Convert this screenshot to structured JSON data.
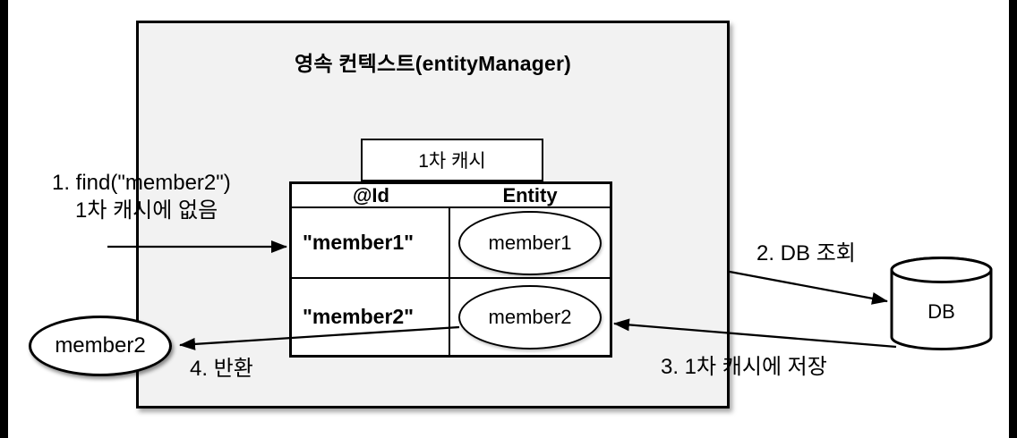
{
  "diagram": {
    "title": "영속 컨텍스트(entityManager)",
    "cache_label": "1차 캐시",
    "table": {
      "headers": [
        "@Id",
        "Entity"
      ],
      "rows": [
        {
          "id": "\"member1\"",
          "entity": "member1"
        },
        {
          "id": "\"member2\"",
          "entity": "member2"
        }
      ]
    },
    "returned_entity": "member2",
    "db_label": "DB",
    "steps": {
      "find_line1": "1. find(\"member2\")",
      "find_line2": "1차 캐시에 없음",
      "db_lookup": "2. DB 조회",
      "store_cache": "3. 1차 캐시에 저장",
      "return": "4. 반환"
    }
  },
  "colors": {
    "box_fill": "#f2f2f2",
    "stroke": "#000000",
    "background": "#ffffff"
  }
}
